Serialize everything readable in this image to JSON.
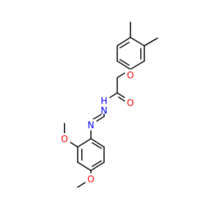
{
  "molecule": {
    "atoms": {
      "o_ether": {
        "text": "O",
        "color": "#ff0000"
      },
      "o_carbonyl": {
        "text": "O",
        "color": "#ff0000"
      },
      "n_amide": {
        "text": "N",
        "h_text": "H",
        "color": "#0000ff"
      },
      "n_imine": {
        "text": "N",
        "color": "#0000ff"
      },
      "o_methoxy_2": {
        "text": "O",
        "color": "#ff0000"
      },
      "o_methoxy_4": {
        "text": "O",
        "color": "#ff0000"
      }
    },
    "bond_color": "#000000"
  }
}
